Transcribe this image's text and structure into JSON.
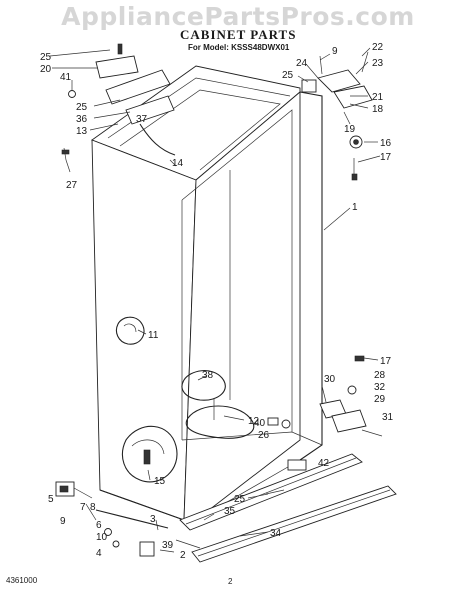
{
  "watermark": "AppliancePartsPros.com",
  "header": {
    "title": "CABINET PARTS",
    "model_line": "For Model: KSSS48DWX01"
  },
  "footer": {
    "code": "4361000",
    "page": "2"
  },
  "callouts": [
    {
      "id": "c25a",
      "text": "25"
    },
    {
      "id": "c20",
      "text": "20"
    },
    {
      "id": "c41",
      "text": "41"
    },
    {
      "id": "c25b",
      "text": "25"
    },
    {
      "id": "c36",
      "text": "36"
    },
    {
      "id": "c13",
      "text": "13"
    },
    {
      "id": "c37",
      "text": "37"
    },
    {
      "id": "c14",
      "text": "14"
    },
    {
      "id": "c27",
      "text": "27"
    },
    {
      "id": "c9a",
      "text": "9"
    },
    {
      "id": "c24",
      "text": "24"
    },
    {
      "id": "c25c",
      "text": "25"
    },
    {
      "id": "c22",
      "text": "22"
    },
    {
      "id": "c23",
      "text": "23"
    },
    {
      "id": "c21",
      "text": "21"
    },
    {
      "id": "c18",
      "text": "18"
    },
    {
      "id": "c19",
      "text": "19"
    },
    {
      "id": "c16",
      "text": "16"
    },
    {
      "id": "c17a",
      "text": "17"
    },
    {
      "id": "c1",
      "text": "1"
    },
    {
      "id": "c11",
      "text": "11"
    },
    {
      "id": "c38",
      "text": "38"
    },
    {
      "id": "c12",
      "text": "12"
    },
    {
      "id": "c17b",
      "text": "17"
    },
    {
      "id": "c30",
      "text": "30"
    },
    {
      "id": "c28",
      "text": "28"
    },
    {
      "id": "c32",
      "text": "32"
    },
    {
      "id": "c29",
      "text": "29"
    },
    {
      "id": "c31",
      "text": "31"
    },
    {
      "id": "c40",
      "text": "40"
    },
    {
      "id": "c26",
      "text": "26"
    },
    {
      "id": "c42",
      "text": "42"
    },
    {
      "id": "c15",
      "text": "15"
    },
    {
      "id": "c3",
      "text": "3"
    },
    {
      "id": "c25d",
      "text": "25"
    },
    {
      "id": "c35",
      "text": "35"
    },
    {
      "id": "c34",
      "text": "34"
    },
    {
      "id": "c5",
      "text": "5"
    },
    {
      "id": "c9b",
      "text": "9"
    },
    {
      "id": "c7",
      "text": "7"
    },
    {
      "id": "c8",
      "text": "8"
    },
    {
      "id": "c6",
      "text": "6"
    },
    {
      "id": "c10",
      "text": "10"
    },
    {
      "id": "c4",
      "text": "4"
    },
    {
      "id": "c39",
      "text": "39"
    },
    {
      "id": "c2",
      "text": "2"
    }
  ]
}
